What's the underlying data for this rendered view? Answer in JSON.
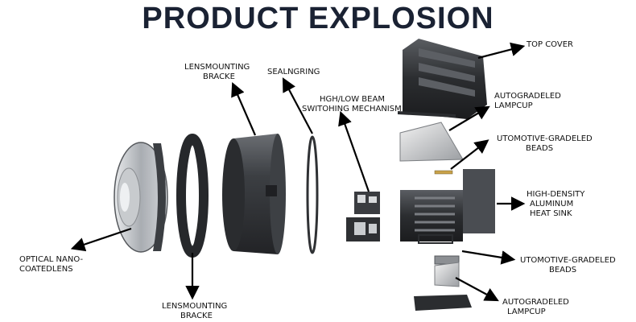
{
  "title": "PRODUCT EXPLOSION",
  "labels": {
    "optical_lens": [
      "OPTICAL NANO-",
      "COATEDLENS"
    ],
    "lens_bracket_top": [
      "LENSMOUNTING",
      "BRACKE"
    ],
    "lens_bracket_bottom": [
      "LENSMOUNTING",
      "BRACKE"
    ],
    "sealing_ring": [
      "SEALNGRING"
    ],
    "beam_switch": [
      "HGH/LOW BEAM",
      "SWITOHING MECHANISM"
    ],
    "top_cover": [
      "TOP COVER"
    ],
    "lampcup_top": [
      "AUTOGRADELED",
      "LAMPCUP"
    ],
    "beads_top": [
      "UTOMOTIVE-GRADELED",
      "BEADS"
    ],
    "heat_sink": [
      "HIGH-DENSITY",
      "ALUMINUM",
      "HEAT SINK"
    ],
    "beads_bottom": [
      "UTOMOTIVE-GRADELED",
      "BEADS"
    ],
    "lampcup_bottom": [
      "AUTOGRADELED",
      "LAMPCUP"
    ]
  },
  "colors": {
    "title": "#1a2233",
    "metal_dark": "#2b2d30",
    "metal_mid": "#4a4d52",
    "arrow": "#000000"
  }
}
